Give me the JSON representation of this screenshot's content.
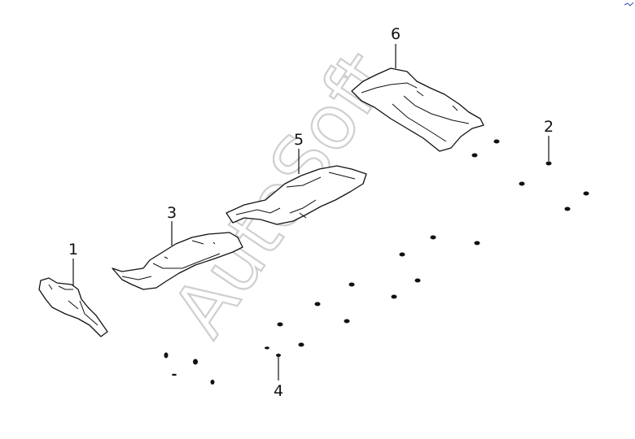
{
  "diagram": {
    "callouts": [
      "1",
      "2",
      "3",
      "4",
      "5",
      "6"
    ],
    "watermark": "AutoSoft",
    "parts": [
      {
        "callout": "1",
        "name": "front-left-shield"
      },
      {
        "callout": "2",
        "name": "fastener-nut"
      },
      {
        "callout": "3",
        "name": "front-underbody-shield"
      },
      {
        "callout": "4",
        "name": "fastener-clip"
      },
      {
        "callout": "5",
        "name": "middle-underbody-shield"
      },
      {
        "callout": "6",
        "name": "rear-underbody-shield"
      }
    ],
    "colors": {
      "line": "#111111",
      "watermark": "#cfcfcf",
      "background": "#ffffff"
    }
  }
}
